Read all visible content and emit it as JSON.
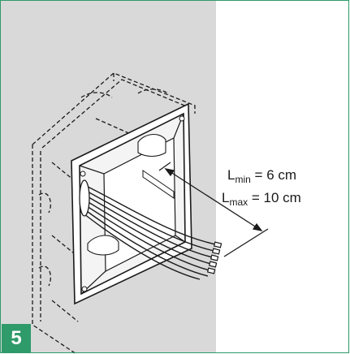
{
  "step": {
    "number": "5"
  },
  "dimensions": {
    "min": {
      "symbol": "L",
      "subscript": "min",
      "value": "= 6 cm"
    },
    "max": {
      "symbol": "L",
      "subscript": "max",
      "value": "= 10 cm"
    }
  },
  "colors": {
    "accent": "#2f9a6a",
    "wall": "#d9d9d9",
    "line": "#1a1a1a"
  },
  "icons": [
    "flush-mount-box-illustration",
    "cable-bundle",
    "dimension-arrow"
  ]
}
